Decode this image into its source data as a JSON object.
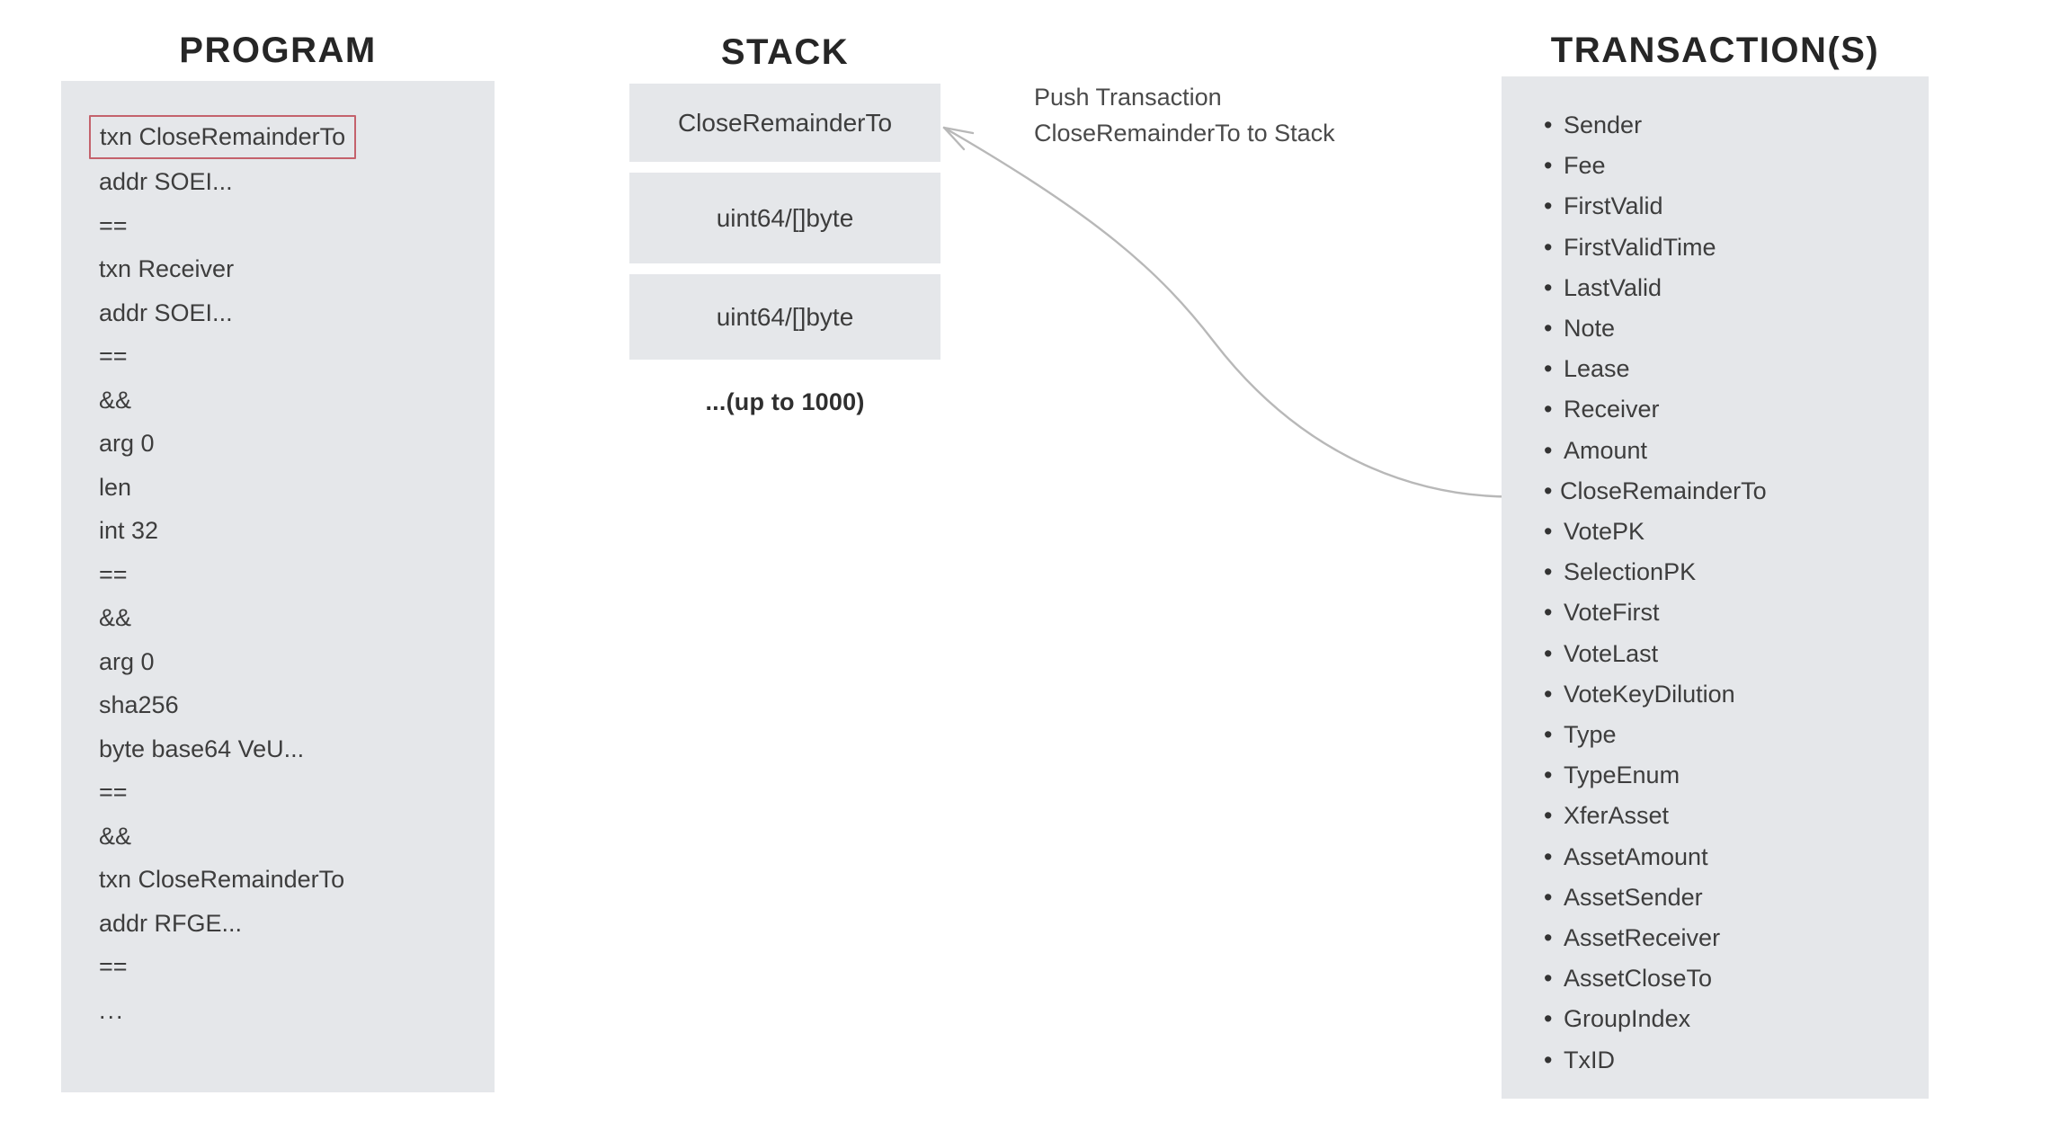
{
  "columns": {
    "program": {
      "heading": "PROGRAM"
    },
    "stack": {
      "heading": "STACK"
    },
    "transactions": {
      "heading": "TRANSACTION(S)"
    }
  },
  "program": {
    "lines": [
      {
        "text": "txn CloseRemainderTo",
        "highlighted": true
      },
      {
        "text": "addr SOEI...",
        "highlighted": false
      },
      {
        "text": "==",
        "highlighted": false
      },
      {
        "text": "txn Receiver",
        "highlighted": false
      },
      {
        "text": "addr SOEI...",
        "highlighted": false
      },
      {
        "text": "==",
        "highlighted": false
      },
      {
        "text": "&&",
        "highlighted": false
      },
      {
        "text": "arg 0",
        "highlighted": false
      },
      {
        "text": "len",
        "highlighted": false
      },
      {
        "text": "int 32",
        "highlighted": false
      },
      {
        "text": "==",
        "highlighted": false
      },
      {
        "text": "&&",
        "highlighted": false
      },
      {
        "text": "arg 0",
        "highlighted": false
      },
      {
        "text": "sha256",
        "highlighted": false
      },
      {
        "text": "byte base64 VeU...",
        "highlighted": false
      },
      {
        "text": "==",
        "highlighted": false
      },
      {
        "text": "&&",
        "highlighted": false
      },
      {
        "text": "txn CloseRemainderTo",
        "highlighted": false
      },
      {
        "text": "addr RFGE...",
        "highlighted": false
      },
      {
        "text": "==",
        "highlighted": false
      },
      {
        "text": "...",
        "highlighted": false
      }
    ]
  },
  "stack": {
    "slots": [
      {
        "label": "CloseRemainderTo"
      },
      {
        "label": "uint64/[]byte"
      },
      {
        "label": "uint64/[]byte"
      }
    ],
    "more_label": "...(up to 1000)"
  },
  "annotation": {
    "line1": "Push Transaction",
    "line2": "CloseRemainderTo to Stack",
    "arrow_name": "curved-arrow-transaction-to-stack"
  },
  "transactions": {
    "fields": [
      "Sender",
      "Fee",
      "FirstValid",
      "FirstValidTime",
      "LastValid",
      "Note",
      "Lease",
      "Receiver",
      "Amount",
      "CloseRemainderTo",
      "VotePK",
      "SelectionPK",
      "VoteFirst",
      "VoteLast",
      "VoteKeyDilution",
      "Type",
      "TypeEnum",
      "XferAsset",
      "AssetAmount",
      "AssetSender",
      "AssetReceiver",
      "AssetCloseTo",
      "GroupIndex",
      "TxID"
    ]
  },
  "colors": {
    "panel_background": "#e5e7ea",
    "page_background": "#ffffff",
    "heading_text": "#262626",
    "body_text": "#3d3d3d",
    "highlight_border": "#c4626c",
    "arrow_stroke": "#b8b8b8"
  }
}
